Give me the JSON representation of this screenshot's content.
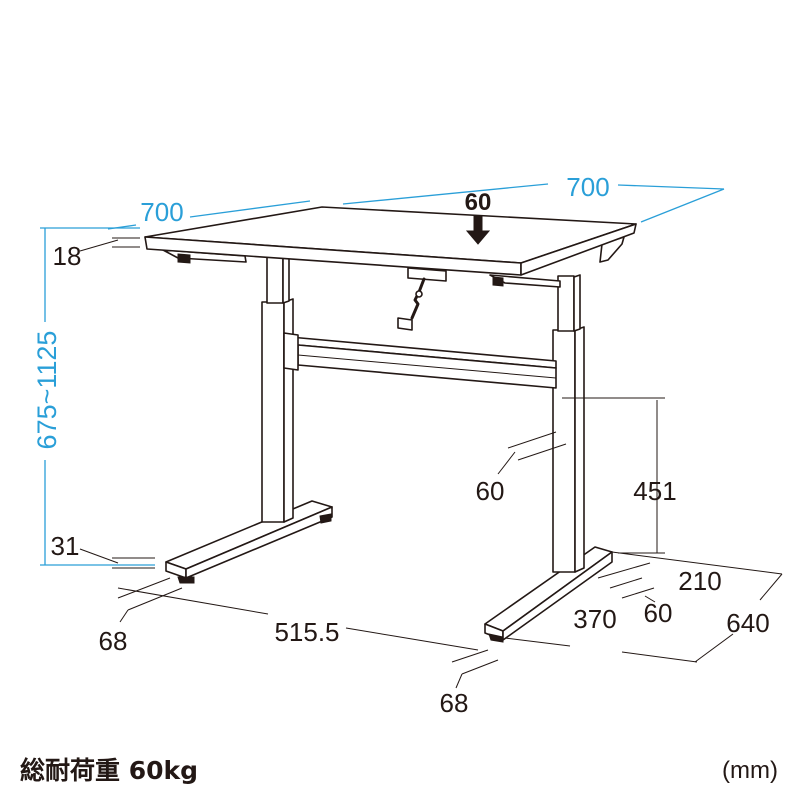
{
  "labels": {
    "top_left_700": "700",
    "top_right_700": "700",
    "load_arrow_value": "60",
    "top_thickness": "18",
    "height_range": "675~1125",
    "foot_height": "31",
    "column_depth": "60",
    "bar_height": "451",
    "foot_210": "210",
    "foot_60": "60",
    "foot_640": "640",
    "foot_370": "370",
    "leg_span": "515.5",
    "left_foot_68": "68",
    "right_foot_68": "68"
  },
  "caption": {
    "load_capacity": "総耐荷重 60kg",
    "unit": "(mm)"
  },
  "colors": {
    "dimension": "#2a9fd8",
    "outline": "#231815"
  }
}
